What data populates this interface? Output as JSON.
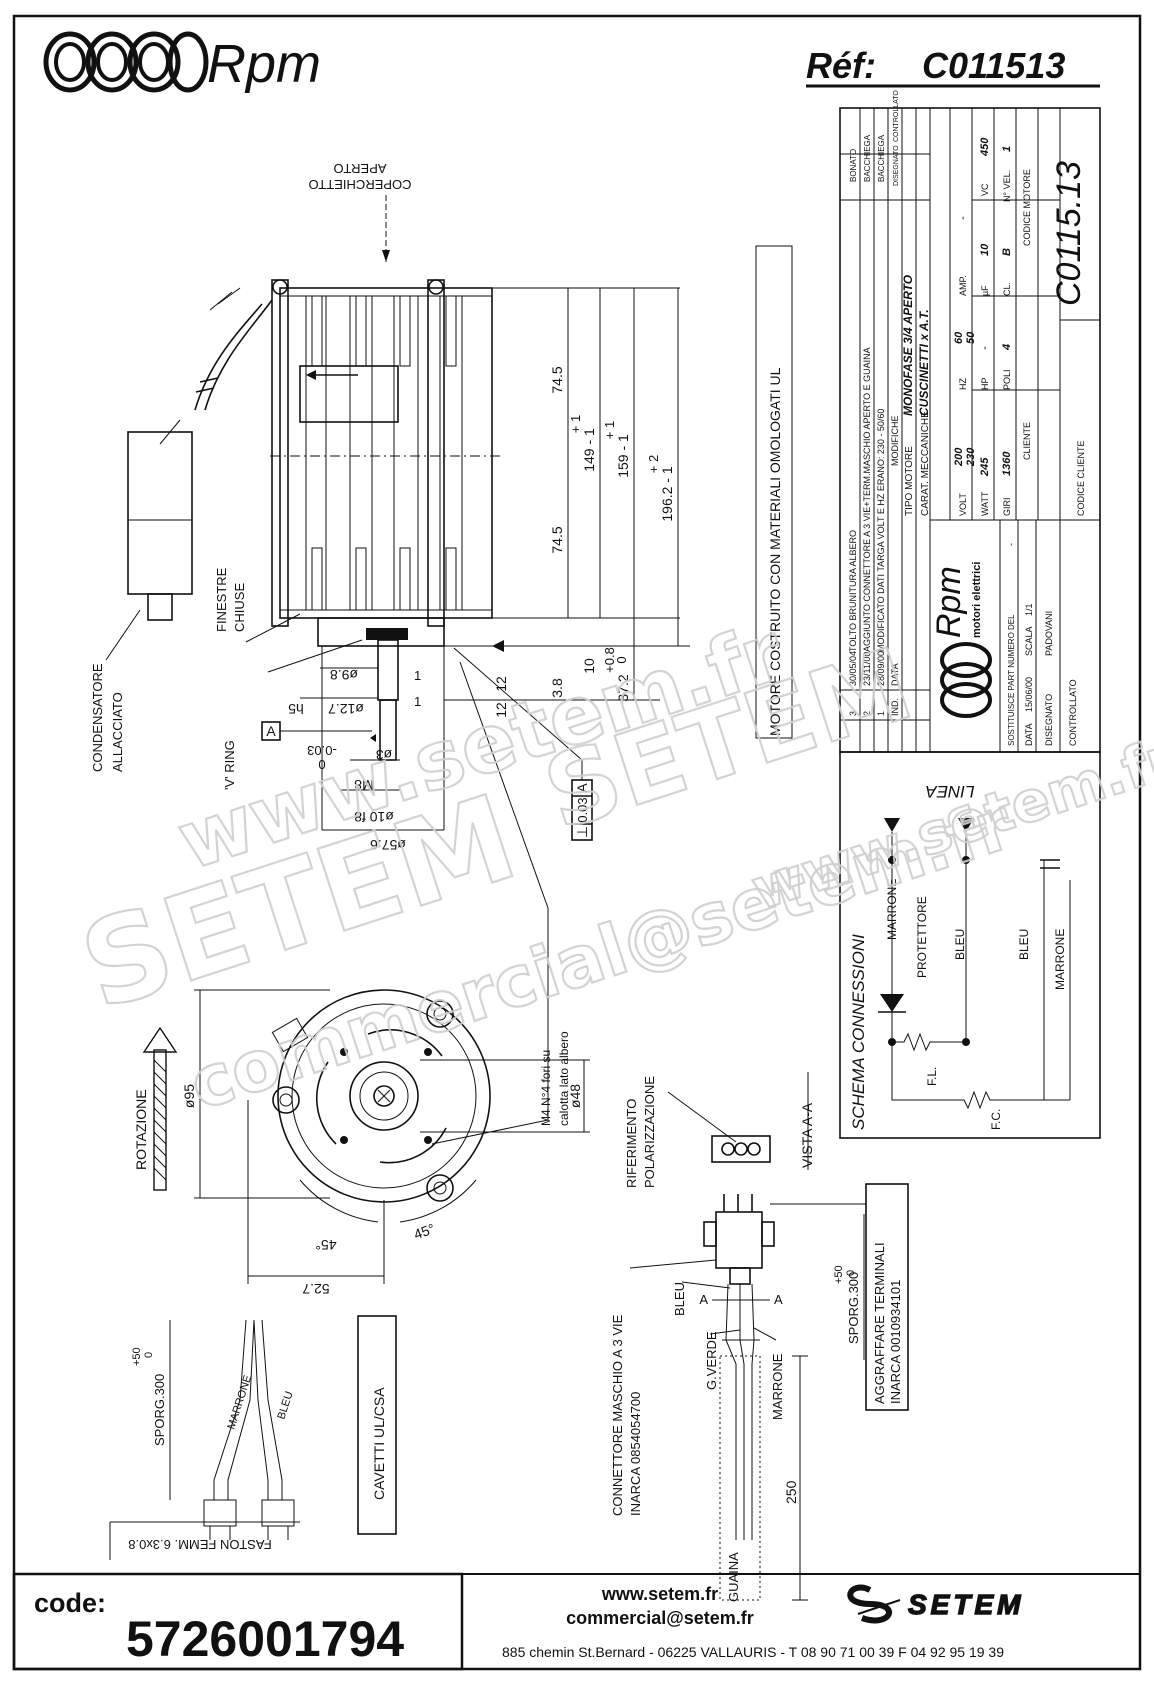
{
  "header": {
    "brand": "Rpm",
    "ref_label": "Réf:",
    "ref_value": "C011513"
  },
  "title_block": {
    "revisions": [
      {
        "ind": "3",
        "data": "30/05/04",
        "modifiche": "TOLTO BRUNITURA ALBERO",
        "dis": "BONATO"
      },
      {
        "ind": "2",
        "data": "23/11/00",
        "modifiche": "AGGIUNTO CONNETTORE A 3 VIE+TERM.MASCHIO APERTO E GUAINA",
        "dis": "BACCHIEGA"
      },
      {
        "ind": "1",
        "data": "28/09/00",
        "modifiche": "MODIFICATO DATI TARGA VOLT E HZ ERANO: 230 - 50/60",
        "dis": "BACCHIEGA"
      }
    ],
    "ind_label": "IND.",
    "data_label": "DATA",
    "modifiche_label": "MODIFICHE",
    "disegnato_label": "DISEGNATO",
    "controllato_label": "CONTROLLATO",
    "tipo_motore_label": "TIPO MOTORE",
    "tipo_motore": "MONOFASE 3/4 APERTO",
    "carat_label": "CARAT. MECCANICHE",
    "carat": "CUSCINETTI x A.T.",
    "volt_label": "VOLT",
    "volt_a": "200",
    "volt_b": "230",
    "hz_label": "HZ",
    "hz_a": "60",
    "hz_b": "50",
    "amp_label": "AMP.",
    "amp": "-",
    "watt_label": "WATT",
    "watt": "245",
    "hp_label": "HP",
    "hp": "-",
    "uf_label": "µF",
    "uf": "10",
    "vc_label": "VC",
    "vc": "450",
    "giri_label": "GIRI",
    "giri": "1360",
    "poli_label": "POLI",
    "poli": "4",
    "cl_label": "CL.",
    "cl": "B",
    "nvel_label": "N° VEL.",
    "nvel": "1",
    "cliente_label": "CLIENTE",
    "codice_cliente_label": "CODICE CLIENTE",
    "codice_motore_label": "CODICE MOTORE",
    "codice_motore": "C0115.13",
    "logo_text": "Rpm",
    "logo_sub": "motori elettrici",
    "sostituisce_label": "SOSTITUISCE PART NUMERO DEL",
    "sostituisce": "-",
    "data_row_label": "DATA",
    "data_row": "15/06/00",
    "scala_label": "SCALA",
    "scala": "1/1",
    "disegnato_row": "DISEGNATO",
    "disegnato_name": "PADOVANI",
    "controllato_row": "CONTROLLATO"
  },
  "side_view": {
    "coperchietto": "COPERCHIETTO",
    "aperto": "APERTO",
    "finestre": "FINESTRE",
    "chiuse": "CHIUSE",
    "condensatore": "CONDENSATORE",
    "allacciato": "ALLACCIATO",
    "v_ring": "'V' RING",
    "dims": {
      "d74_top": "74.5",
      "d74_bot": "74.5",
      "d149": "149 - 1",
      "d149_tol": "+ 1",
      "d159": "159 - 1",
      "d159_tol": "+ 1",
      "d196": "196.2 - 1",
      "d196_tol": "+ 2",
      "d3_8": "3.8",
      "d10": "10",
      "d37": "37.2",
      "d37_tol_a": "+0.8",
      "d37_tol_b": "0",
      "d12a": "12",
      "d12b": "12",
      "phi9_8": "ø9.8",
      "phi12_7": "ø12.7",
      "h5": "h5",
      "d1a": "1",
      "d1b": "1",
      "phi3": "ø3",
      "m8": "M8",
      "tol_a": "0",
      "tol_b": "-0.03",
      "phi10": "ø10 f8",
      "phi57": "ø57.6",
      "datum_a": "A",
      "tolerance_frame": "0.03",
      "tolerance_ref": "A",
      "perp": "⊥"
    }
  },
  "ul_note": "MOTORE COSTRUITO CON MATERIALI OMOLOGATI UL",
  "front_view": {
    "rotazione": "ROTAZIONE",
    "phi95": "ø95",
    "phi48": "ø48",
    "m4_a": "M4 N°4 fori su",
    "m4_b": "calotta lato albero",
    "d52_7": "52.7",
    "ang_a": "45°",
    "ang_b": "45°"
  },
  "schema": {
    "title": "SCHEMA CONNESSIONI",
    "linea": "LINEA",
    "marrone": "MARRONE",
    "protettore": "PROTETTORE",
    "bleu": "BLEU",
    "bleu2": "BLEU",
    "marrone2": "MARRONE",
    "fl": "F.L.",
    "fc": "F.C."
  },
  "connector": {
    "riferimento": "RIFERIMENTO",
    "polarizzazione": "POLARIZZAZIONE",
    "vista": "VISTA A-A",
    "aggraffare_a": "AGGRAFFARE TERMINALI",
    "aggraffare_b": "INARCA 0010934101",
    "connettore_a": "CONNETTORE MASCHIO A 3 VIE",
    "connettore_b": "INARCA 0854054700",
    "bleu": "BLEU",
    "gverde": "G.VERDE",
    "marrone": "MARRONE",
    "guaina": "GUAINA",
    "d250": "250",
    "sporg": "SPORG.300",
    "sporg_tol_a": "+50",
    "sporg_tol_b": "0",
    "sec_a1": "A",
    "sec_a2": "A"
  },
  "cables": {
    "sporg": "SPORG.300",
    "sporg_tol_a": "+50",
    "sporg_tol_b": "0",
    "marrone": "MARRONE",
    "bleu": "BLEU",
    "faston": "FASTON FEMM. 6.3x0.8",
    "cavetti": "CAVETTI UL/CSA"
  },
  "watermark": {
    "line1": "www.setem.fr",
    "line2": "SETEM",
    "line3": "SETEM",
    "line4": "commercial@setem.fr",
    "line5": "www.setem.fr"
  },
  "footer": {
    "code_label": "code:",
    "code_value": "5726001794",
    "web": "www.setem.fr",
    "email": "commercial@setem.fr",
    "address": "885 chemin St.Bernard  -  06225 VALLAURIS  -  T 08 90 71 00 39  F 04 92 95 19 39",
    "company": "SETEM"
  }
}
